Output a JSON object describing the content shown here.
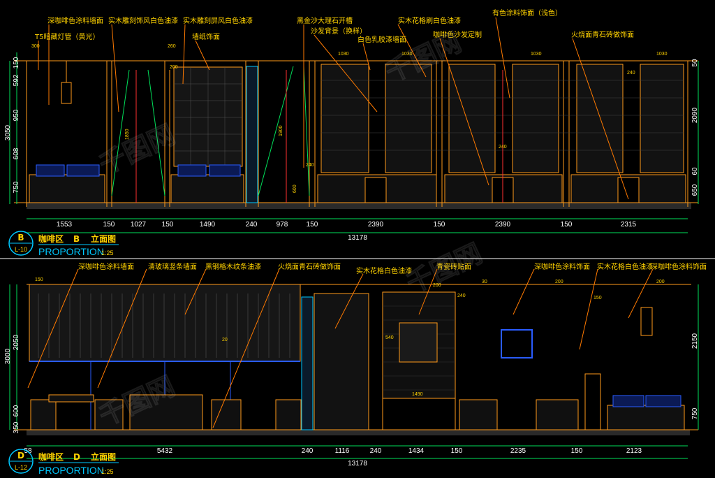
{
  "colors": {
    "background": "#000000",
    "outline": "#ff9a1a",
    "leader": "#ff7a00",
    "note": "#ffd200",
    "dimension": "#ffffff",
    "green": "#00e05a",
    "blue": "#2a5cff",
    "cyan": "#00c8ff",
    "magenta": "#ff00ff",
    "red": "#ff3030"
  },
  "top_elevation": {
    "title": "咖啡区",
    "letter": "B",
    "title_suffix": "立面图",
    "sheet_letter": "B",
    "sheet_ref": "L-10",
    "proportion_label": "PROPORTION",
    "scale": "1:25",
    "total_width": "13178",
    "notes": [
      "深咖啡色涂料墙面",
      "T5暗藏灯管（黄光）",
      "实木雕刻饰风白色油漆",
      "实木雕刻屏风白色油漆",
      "墙纸饰面",
      "黑金沙大理石开槽",
      "沙发背景（换样）",
      "白色乳胶漆墙面",
      "实木花格刷白色油漆",
      "咖啡色沙发定制",
      "有色涂料饰面（浅色）",
      "火烧面青石砖做饰面"
    ],
    "bottom_dims": [
      "1553",
      "150",
      "1027",
      "150",
      "1490",
      "240",
      "978",
      "150",
      "2390",
      "150",
      "2390",
      "150",
      "2315"
    ],
    "left_dims": [
      "150",
      "592",
      "950",
      "608",
      "750"
    ],
    "left_total": "3050",
    "right_dims": [
      "50",
      "2090",
      "60",
      "650"
    ],
    "inner_dims": [
      "300",
      "260",
      "200",
      "1850",
      "1900",
      "1030",
      "1030",
      "1030",
      "1030",
      "240",
      "240",
      "600",
      "240"
    ]
  },
  "bottom_elevation": {
    "title": "咖啡区",
    "letter": "D",
    "title_suffix": "立面图",
    "sheet_letter": "D",
    "sheet_ref": "L-12",
    "proportion_label": "PROPORTION",
    "scale": "1:25",
    "total_width": "13178",
    "notes": [
      "深咖啡色涂料墙面",
      "清玻璃竖条墙面",
      "黑钢格木纹条油漆",
      "火烧面青石砖做饰面",
      "实木花格白色油漆",
      "青瓷砖贴面",
      "深咖啡色涂料饰面",
      "实木花格白色油漆",
      "深咖啡色涂料饰面"
    ],
    "bottom_dims": [
      "58",
      "5432",
      "240",
      "1116",
      "240",
      "1434",
      "150",
      "2235",
      "150",
      "2123"
    ],
    "left_dims": [
      "2050",
      "600",
      "350"
    ],
    "left_total": "3000",
    "right_dims": [
      "2150",
      "750"
    ],
    "inner_dims": [
      "150",
      "200",
      "240",
      "540",
      "1490",
      "30",
      "20",
      "200",
      "200",
      "150"
    ]
  },
  "watermark": "千图网"
}
